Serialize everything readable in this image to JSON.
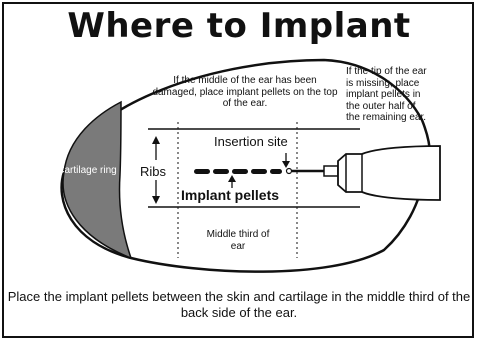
{
  "title": "Where to Implant",
  "labels": {
    "top_note": "If the middle of the ear has been damaged, place implant pellets on the top of the ear.",
    "tip_note": "If the tip of the ear is missing, place implant pellets in the outer half of the remaining ear.",
    "cartilage_ring": "Cartilage ring",
    "ribs": "Ribs",
    "insertion_site": "Insertion site",
    "implant_pellets": "Implant pellets",
    "middle_third": "Middle third of ear"
  },
  "caption": "Place the implant pellets between the skin and cartilage in the middle third of the back side of the ear.",
  "colors": {
    "cartilage_fill": "#7a7a7a",
    "ink": "#111111"
  }
}
